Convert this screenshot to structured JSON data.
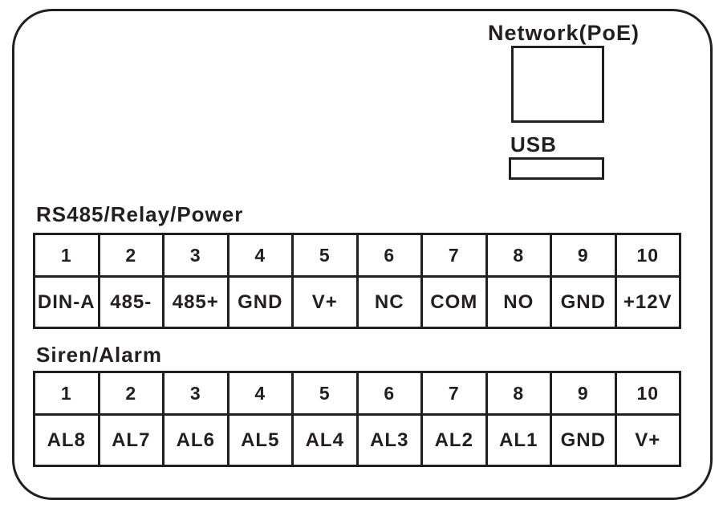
{
  "diagram": {
    "ports": {
      "network_label": "Network(PoE)",
      "usb_label": "USB"
    },
    "terminal_blocks": [
      {
        "title": "RS485/Relay/Power",
        "numbers": [
          "1",
          "2",
          "3",
          "4",
          "5",
          "6",
          "7",
          "8",
          "9",
          "10"
        ],
        "labels": [
          "DIN-A",
          "485-",
          "485+",
          "GND",
          "V+",
          "NC",
          "COM",
          "NO",
          "GND",
          "+12V"
        ]
      },
      {
        "title": "Siren/Alarm",
        "numbers": [
          "1",
          "2",
          "3",
          "4",
          "5",
          "6",
          "7",
          "8",
          "9",
          "10"
        ],
        "labels": [
          "AL8",
          "AL7",
          "AL6",
          "AL5",
          "AL4",
          "AL3",
          "AL2",
          "AL1",
          "GND",
          "V+"
        ]
      }
    ],
    "colors": {
      "line": "#231f20",
      "background": "#ffffff"
    }
  }
}
